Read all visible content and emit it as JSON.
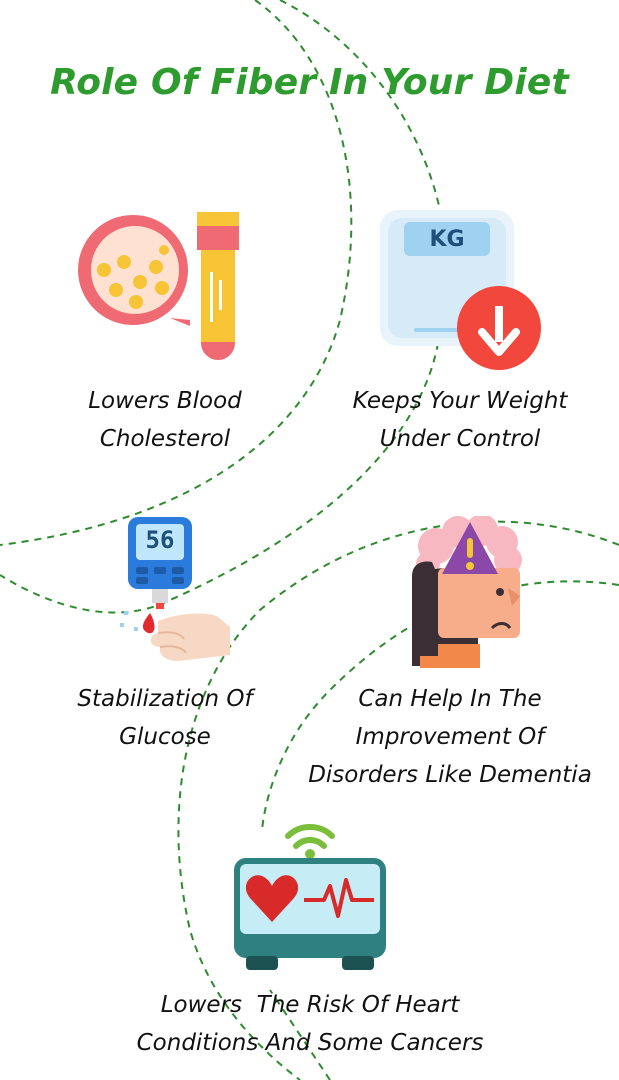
{
  "title": "Role Of Fiber In Your Diet",
  "colors": {
    "title": "#2e9b2e",
    "dashed_lines": "#2e8b2e",
    "caption_text": "#111111"
  },
  "items": [
    {
      "icon": "cholesterol-icon",
      "lines": [
        "Lowers Blood",
        "Cholesterol"
      ]
    },
    {
      "icon": "weight-scale-icon",
      "badge_text": "KG",
      "lines": [
        "Keeps Your Weight",
        "Under Control"
      ]
    },
    {
      "icon": "glucose-meter-icon",
      "reading": "56",
      "lines": [
        "Stabilization Of",
        "Glucose"
      ]
    },
    {
      "icon": "dementia-head-icon",
      "lines": [
        "Can Help In The",
        "Improvement Of",
        "Disorders Like Dementia"
      ]
    },
    {
      "icon": "heart-monitor-icon",
      "lines": [
        "Lowers  The Risk Of Heart",
        "Conditions And Some Cancers"
      ]
    }
  ]
}
